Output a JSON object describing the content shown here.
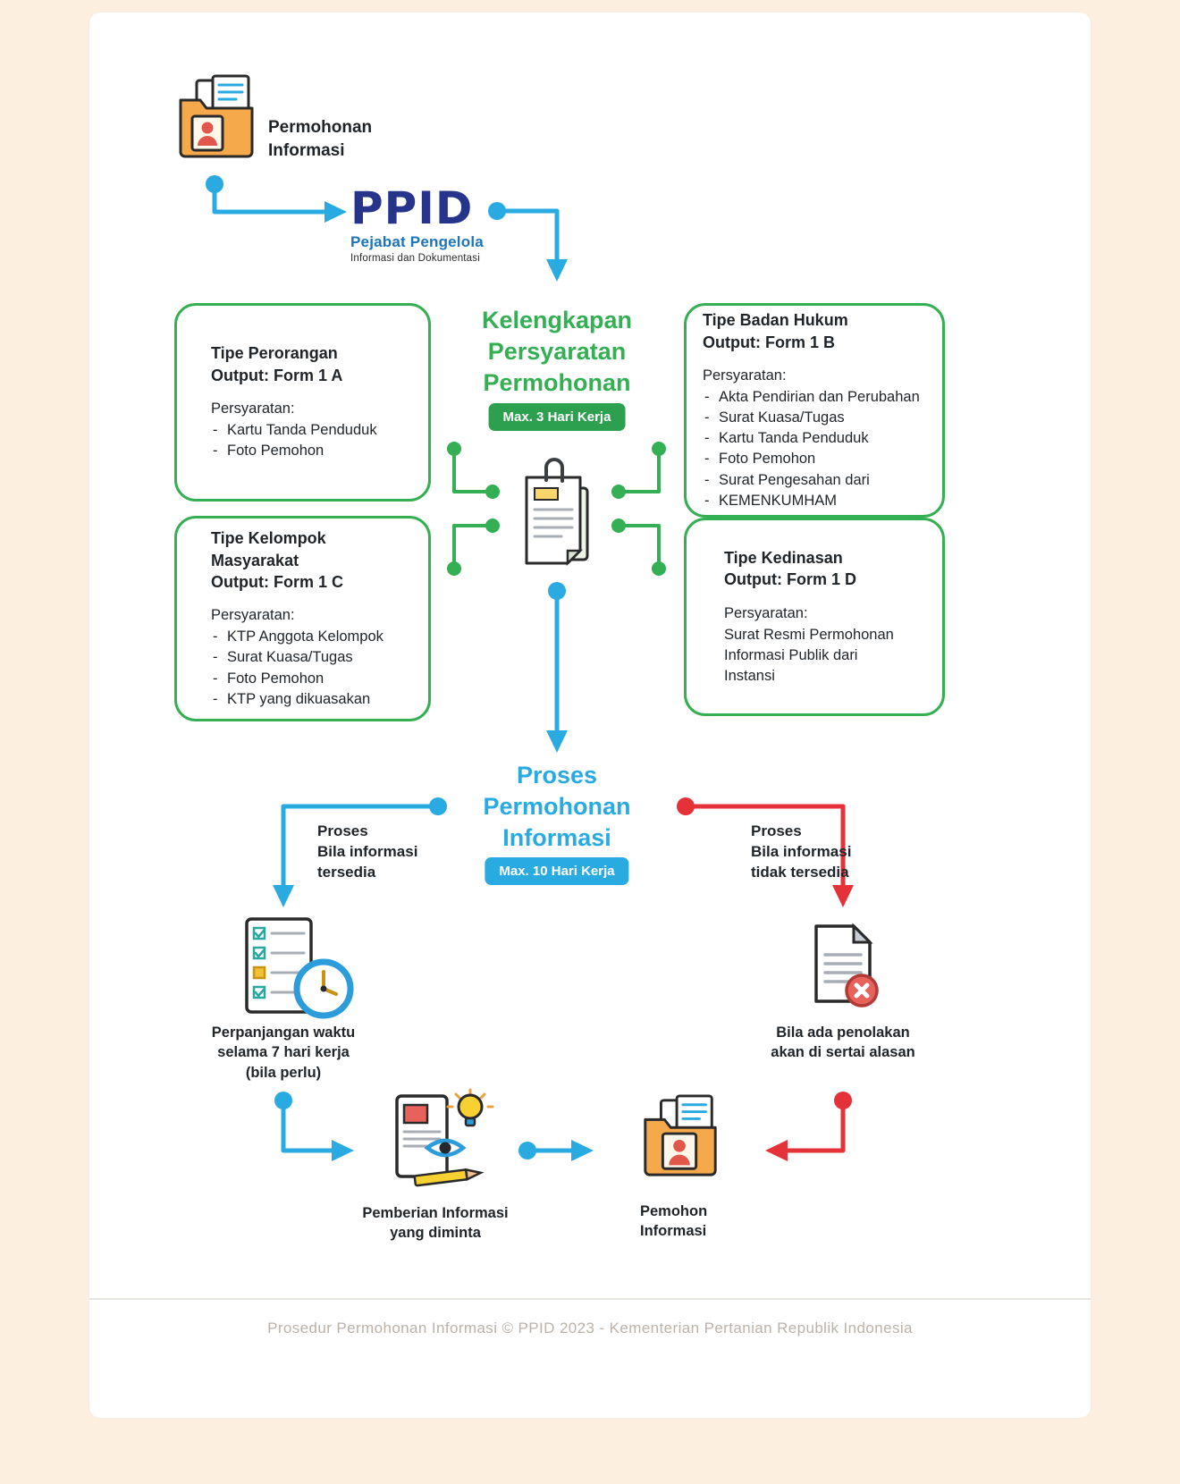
{
  "colors": {
    "background": "#FCEFE0",
    "card": "#FFFFFF",
    "green": "#34AF54",
    "blue": "#29ABE2",
    "red": "#E53138",
    "text_dark": "#1F2429",
    "ppid_navy": "#27348B",
    "ppid_blue": "#1B75BB",
    "footer_gray": "#BCB2A8"
  },
  "start": {
    "label": "Permohonan\nInformasi"
  },
  "ppid": {
    "wordmark": "PPID",
    "tagline_line1": "Pejabat Pengelola",
    "tagline_line2": "Informasi dan Dokumentasi"
  },
  "kelengkapan": {
    "title": "Kelengkapan\nPersyaratan\nPermohonan",
    "badge": "Max. 3 Hari Kerja"
  },
  "types": [
    {
      "title": "Tipe Perorangan\nOutput: Form 1 A",
      "requirements_label": "Persyaratan:",
      "items": [
        "Kartu Tanda Penduduk",
        "Foto Pemohon"
      ]
    },
    {
      "title": "Tipe Badan Hukum\nOutput: Form 1 B",
      "requirements_label": "Persyaratan:",
      "items": [
        "Akta Pendirian dan Perubahan",
        "Surat Kuasa/Tugas",
        "Kartu Tanda Penduduk",
        "Foto Pemohon",
        "Surat Pengesahan dari",
        "KEMENKUMHAM"
      ]
    },
    {
      "title": "Tipe Kelompok\nMasyarakat\nOutput: Form 1 C",
      "requirements_label": "Persyaratan:",
      "items": [
        "KTP Anggota Kelompok",
        "Surat Kuasa/Tugas",
        "Foto Pemohon",
        "KTP yang dikuasakan"
      ]
    },
    {
      "title": "Tipe Kedinasan\nOutput: Form 1 D",
      "requirements_label": "Persyaratan:",
      "note": "Surat Resmi Permohonan\nInformasi Publik dari\nInstansi",
      "items": []
    }
  ],
  "proses": {
    "title": "Proses\nPermohonan\nInformasi",
    "badge": "Max. 10 Hari Kerja"
  },
  "branches": {
    "available": {
      "label": "Proses\nBila informasi\ntersedia",
      "caption": "Perpanjangan waktu\nselama 7 hari kerja\n(bila perlu)"
    },
    "unavailable": {
      "label": "Proses\nBila informasi\ntidak tersedia",
      "caption": "Bila ada penolakan\nakan di sertai alasan"
    }
  },
  "outcomes": {
    "delivery": {
      "caption": "Pemberian Informasi\nyang diminta"
    },
    "requester": {
      "caption": "Pemohon\nInformasi"
    }
  },
  "icons": {
    "start": "folder-with-documents-icon",
    "center": "document-stack-paperclip-icon",
    "extension": "checklist-with-clock-icon",
    "rejection": "rejected-document-icon",
    "delivery": "document-review-idea-icon",
    "requester": "folder-with-id-card-icon"
  },
  "footer": {
    "text": "Prosedur Permohonan Informasi © PPID 2023 - Kementerian Pertanian Republik Indonesia"
  }
}
